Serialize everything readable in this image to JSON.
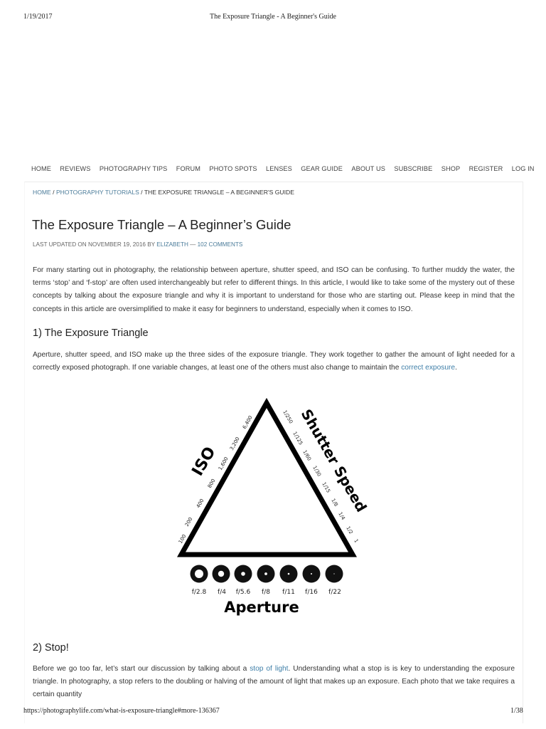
{
  "print_header": {
    "date": "1/19/2017",
    "title": "The Exposure Triangle - A Beginner's Guide"
  },
  "nav": {
    "items": [
      {
        "label": "HOME"
      },
      {
        "label": "REVIEWS"
      },
      {
        "label": "PHOTOGRAPHY TIPS"
      },
      {
        "label": "FORUM"
      },
      {
        "label": "PHOTO SPOTS"
      },
      {
        "label": "LENSES"
      },
      {
        "label": "GEAR GUIDE"
      },
      {
        "label": "ABOUT US"
      },
      {
        "label": "SUBSCRIBE"
      },
      {
        "label": "SHOP"
      },
      {
        "label": "REGISTER"
      },
      {
        "label": "LOG IN"
      }
    ]
  },
  "breadcrumb": {
    "home": "HOME",
    "sep": " / ",
    "category": "PHOTOGRAPHY TUTORIALS",
    "current": "THE EXPOSURE TRIANGLE – A BEGINNER'S GUIDE"
  },
  "article": {
    "title": "The Exposure Triangle – A Beginner’s Guide",
    "meta": {
      "prefix": "LAST UPDATED ON NOVEMBER 19, 2016 BY ",
      "author": "ELIZABETH",
      "dash": " — ",
      "comments": "102 COMMENTS"
    },
    "intro": "For many starting out in photography, the relationship between aperture, shutter speed, and ISO can be confusing. To further muddy the water, the terms ‘stop’ and ‘f-stop’ are often used interchangeably but refer to different things. In this article, I would like to take some of the mystery out of these concepts by talking about the exposure triangle and why it is important to understand for those who are starting out. Please keep in mind that the concepts in this article are oversimplified to make it easy for beginners to understand, especially when it comes to ISO.",
    "section1": {
      "heading": "1) The Exposure Triangle",
      "text_before_link": "Aperture, shutter speed, and ISO make up the three sides of the exposure triangle. They work together to gather the amount of light needed for a correctly exposed photograph. If one variable changes, at least one of the others must also change to maintain the ",
      "link": "correct exposure",
      "text_after_link": "."
    },
    "diagram": {
      "iso_label": "ISO",
      "iso_values": [
        "100",
        "200",
        "400",
        "800",
        "1,600",
        "3,200",
        "6,400"
      ],
      "shutter_label": "Shutter Speed",
      "shutter_values": [
        "1/250",
        "1/125",
        "1/60",
        "1/30",
        "1/15",
        "1/8",
        "1/4",
        "1/2",
        "1"
      ],
      "aperture_label": "Aperture",
      "aperture_values": [
        "f/2.8",
        "f/4",
        "f/5.6",
        "f/8",
        "f/11",
        "f/16",
        "f/22"
      ]
    },
    "section2": {
      "heading": "2) Stop!",
      "text_before_link": "Before we go too far, let’s start our discussion by talking about a ",
      "link": "stop of light",
      "text_after_link": ". Understanding what a stop is is key to understanding the exposure triangle. In photography, a stop refers to the doubling or halving of the amount of light that makes up an exposure. Each photo that we take requires a certain quantity"
    }
  },
  "print_footer": {
    "url": "https://photographylife.com/what-is-exposure-triangle#more-136367",
    "page": "1/38"
  },
  "colors": {
    "link": "#4b7c9a",
    "text": "#333333",
    "heading": "#222222"
  }
}
